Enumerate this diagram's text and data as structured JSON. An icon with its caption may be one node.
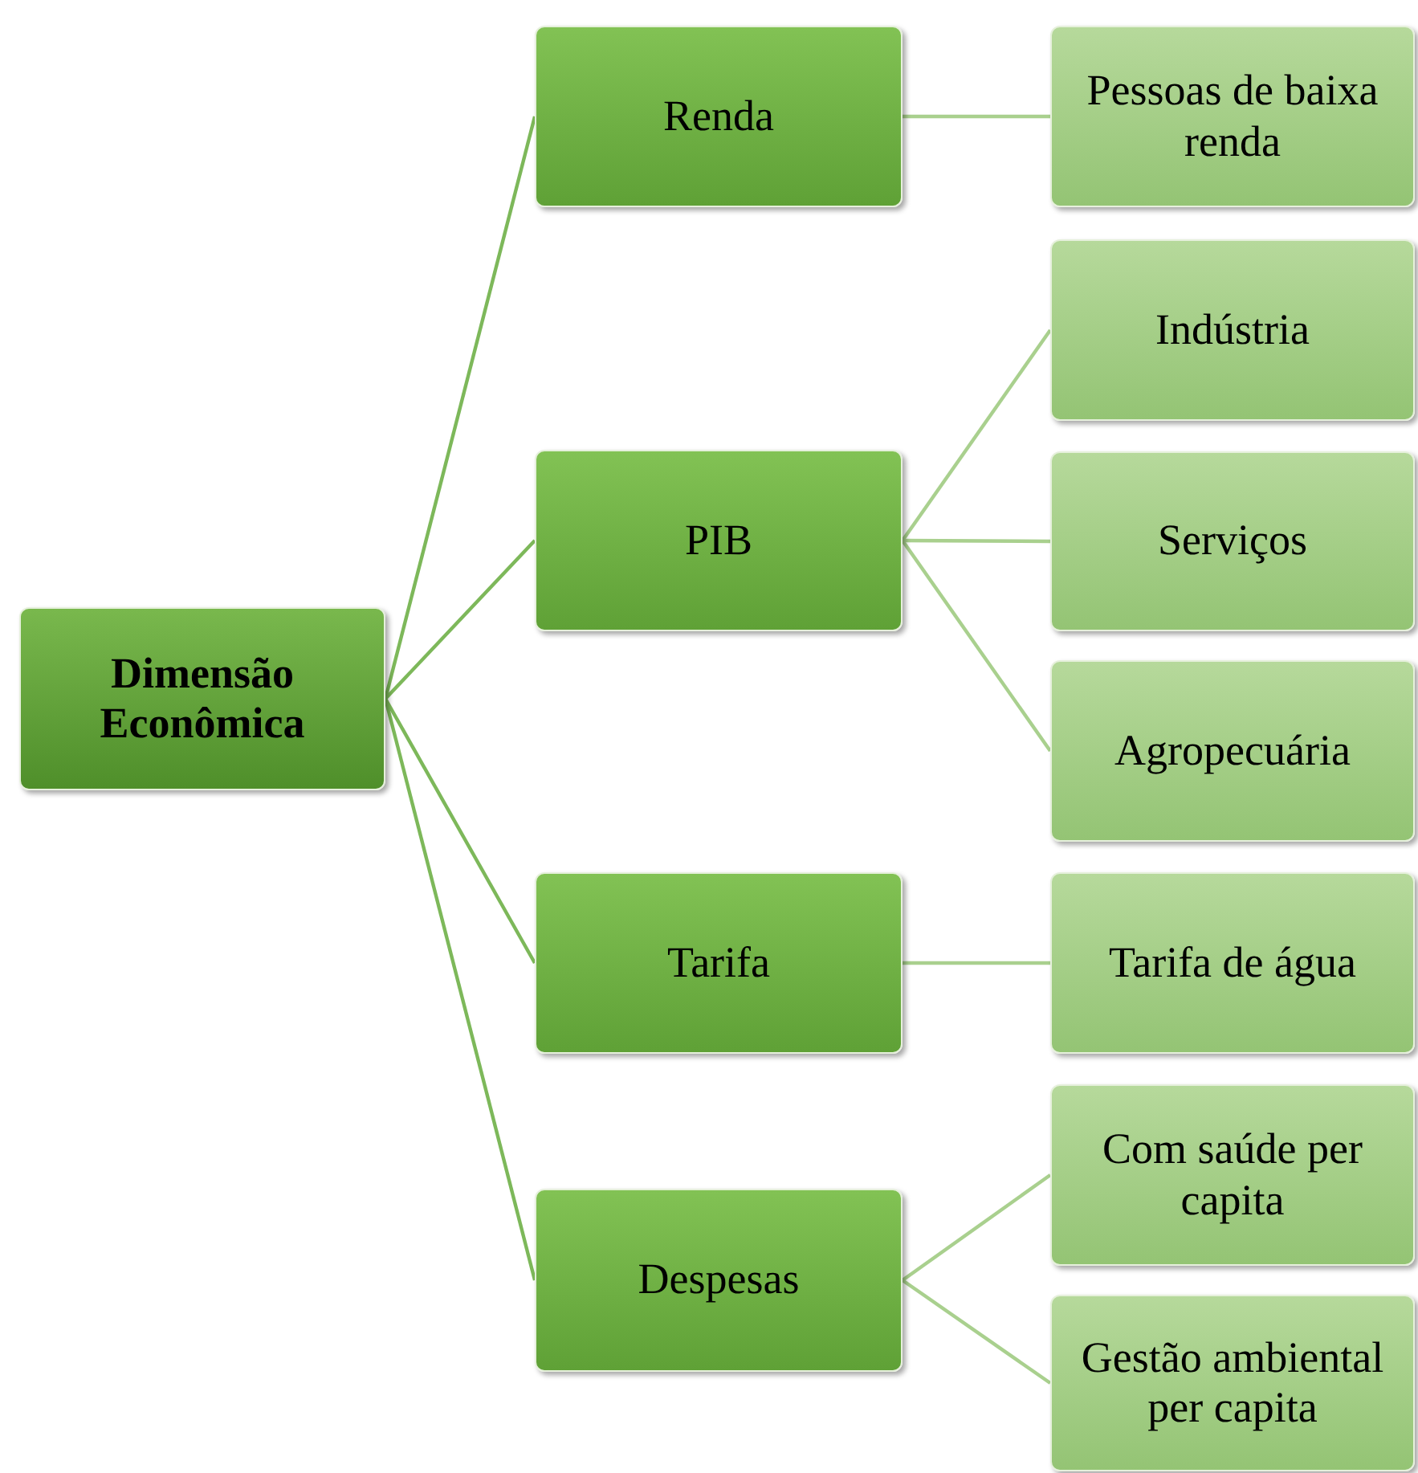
{
  "diagram": {
    "nodes": [
      {
        "text": [
          "Dimensão Econômica"
        ]
      },
      {
        "text": [
          "Renda"
        ]
      },
      {
        "text": [
          "PIB"
        ]
      },
      {
        "text": [
          "Tarifa"
        ]
      },
      {
        "text": [
          "Despesas"
        ]
      },
      {
        "text": [
          "Pessoas de baixa renda"
        ]
      },
      {
        "text": [
          "Indústria"
        ]
      },
      {
        "text": [
          "Serviços"
        ]
      },
      {
        "text": [
          "Agropecuária"
        ]
      },
      {
        "text": [
          "Tarifa de água"
        ]
      },
      {
        "text": [
          "Com saúde per capita"
        ]
      },
      {
        "text": [
          "Gestão ambiental per capita"
        ]
      }
    ],
    "edges": [
      {
        "from": 0,
        "to": 1,
        "arrow": "none",
        "color": "#7db85a"
      },
      {
        "from": 0,
        "to": 2,
        "arrow": "none",
        "color": "#7db85a"
      },
      {
        "from": 0,
        "to": 3,
        "arrow": "none",
        "color": "#7db85a"
      },
      {
        "from": 0,
        "to": 4,
        "arrow": "none",
        "color": "#7db85a"
      },
      {
        "from": 1,
        "to": 5,
        "arrow": "none"
      },
      {
        "from": 2,
        "to": 6,
        "arrow": "none"
      },
      {
        "from": 2,
        "to": 7,
        "arrow": "none"
      },
      {
        "from": 2,
        "to": 8,
        "arrow": "none"
      },
      {
        "from": 3,
        "to": 9,
        "arrow": "none"
      },
      {
        "from": 4,
        "to": 10,
        "arrow": "none"
      },
      {
        "from": 4,
        "to": 11,
        "arrow": "none"
      }
    ]
  }
}
